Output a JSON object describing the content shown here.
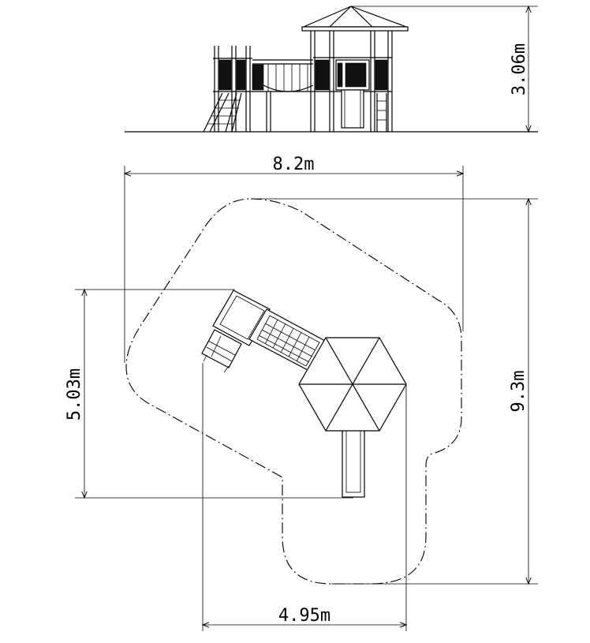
{
  "dimensions": {
    "height": "3.06m",
    "width": "8.2m",
    "depth": "9.3m",
    "platform_depth": "5.03m",
    "tower_width": "4.95m"
  },
  "colors": {
    "line": "#000000",
    "background": "#ffffff"
  }
}
